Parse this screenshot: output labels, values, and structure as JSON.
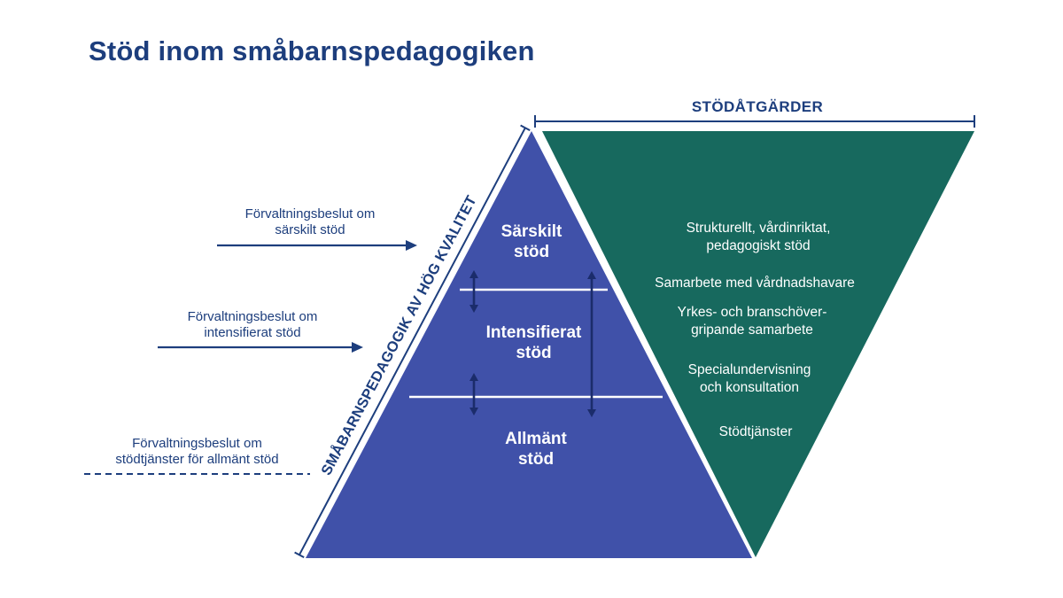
{
  "title": "Stöd inom småbarnspedagogiken",
  "top_bracket": {
    "label": "STÖDÅTGÄRDER"
  },
  "axis_left": {
    "label": "SMÅBARNSPEDAGOGIK AV HÖG KVALITET"
  },
  "pyramid": {
    "levels": [
      {
        "label": "Särskilt\nstöd"
      },
      {
        "label": "Intensifierat\nstöd"
      },
      {
        "label": "Allmänt\nstöd"
      }
    ]
  },
  "support_measures": {
    "items": [
      "Strukturellt, vårdinriktat,\npedagogiskt stöd",
      "Samarbete med vårdnadshavare",
      "Yrkes- och branschöver-\ngripande samarbete",
      "Specialundervisning\noch konsultation",
      "Stödtjänster"
    ]
  },
  "annotations": [
    {
      "label": "Förvaltningsbeslut om\nsärskilt stöd",
      "style": "solid-arrow"
    },
    {
      "label": "Förvaltningsbeslut om\nintensifierat stöd",
      "style": "solid-arrow"
    },
    {
      "label": "Förvaltningsbeslut om\nstödtjänster för allmänt stöd",
      "style": "dashed-line"
    }
  ],
  "colors": {
    "navy_text": "#1d3e7d",
    "pyramid_blue": "#4051a9",
    "teal": "#17695e",
    "inner_arrow_navy": "#1b2c6b",
    "white": "#ffffff"
  }
}
